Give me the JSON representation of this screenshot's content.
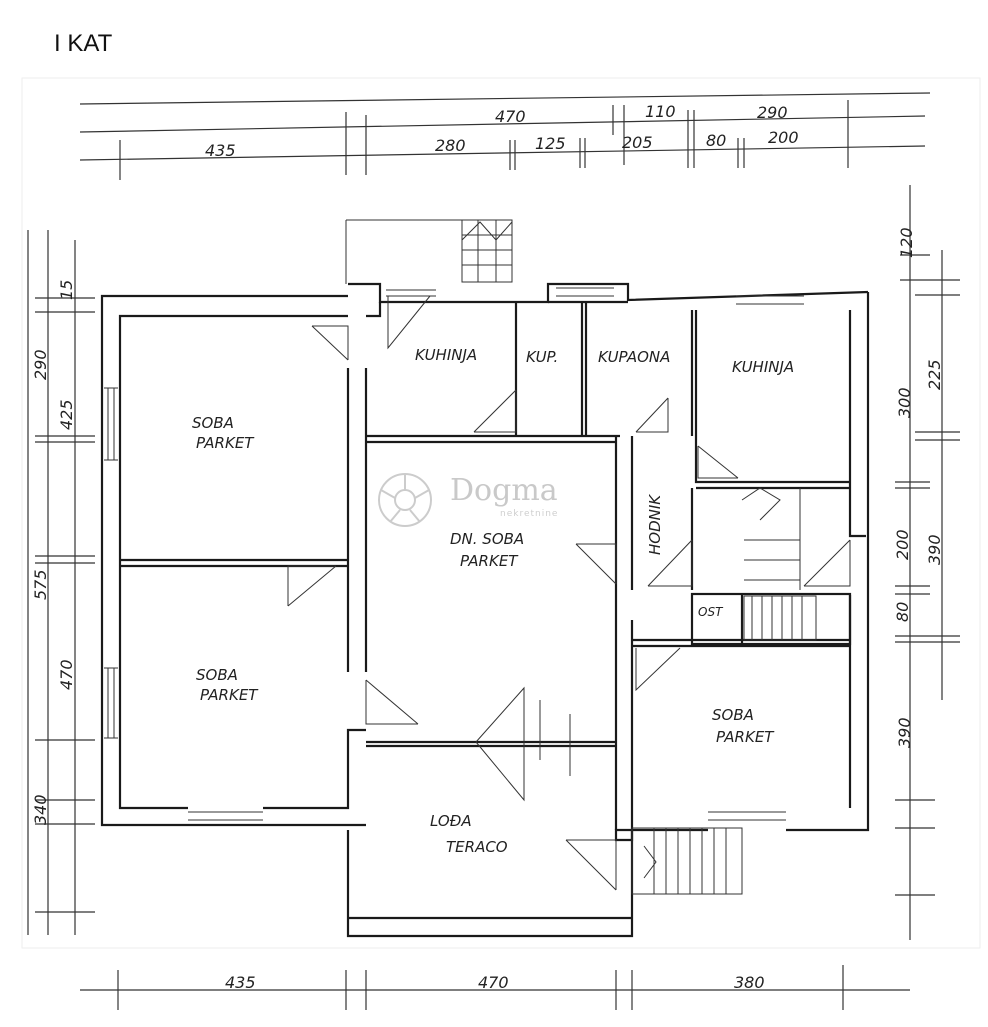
{
  "title": "I KAT",
  "watermark": {
    "brand": "Dogma",
    "sub": "nekretnine"
  },
  "dimensions": {
    "top_row1": [
      "470",
      "110",
      "290"
    ],
    "top_row2": [
      "435",
      "280",
      "125",
      "205",
      "80",
      "200"
    ],
    "bottom": [
      "435",
      "470",
      "380"
    ],
    "left_outer": [
      "15",
      "290",
      "575",
      "470",
      "340"
    ],
    "left_inner": [
      "425"
    ],
    "right_outer": [
      "120",
      "225",
      "390"
    ],
    "right_inner": [
      "300",
      "200",
      "80",
      "390"
    ]
  },
  "rooms": {
    "soba_top": [
      "SOBA",
      "PARKET"
    ],
    "soba_bottom": [
      "SOBA",
      "PARKET"
    ],
    "kuhinja_left": "KUHINJA",
    "kup_small": "KUP.",
    "kupaona": "KUPAONA",
    "kuhinja_right": "KUHINJA",
    "dn_soba": [
      "DN. SOBA",
      "PARKET"
    ],
    "hodnik": "HODNIK",
    "ost": "OST",
    "soba_right": [
      "SOBA",
      "PARKET"
    ],
    "loda": [
      "LOĐA",
      "TERACO"
    ]
  },
  "colors": {
    "wall": "#1a1a1a",
    "line": "#333333",
    "paper": "#ffffff"
  }
}
